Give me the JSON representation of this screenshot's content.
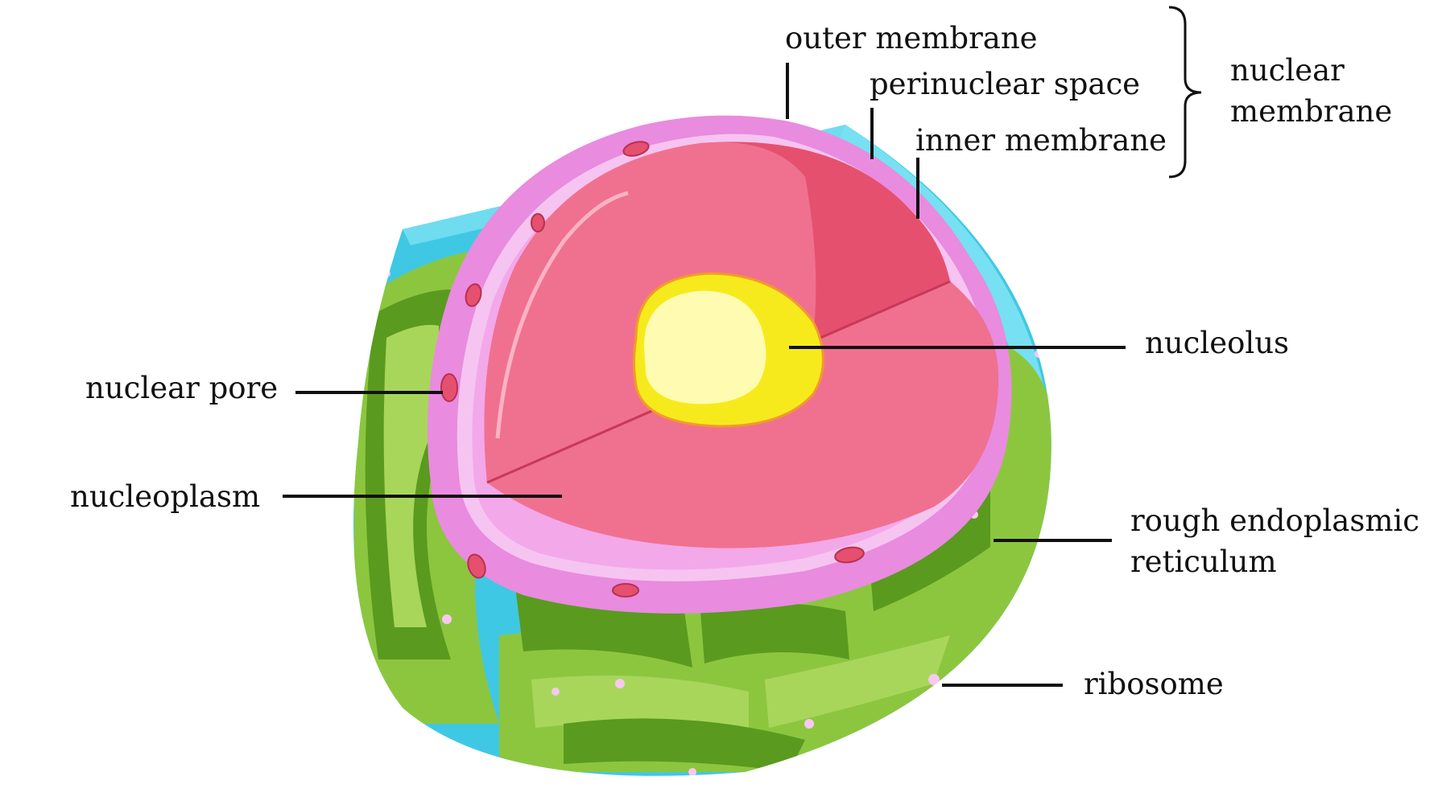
{
  "labels": {
    "outer_membrane": "outer membrane",
    "perinuclear_space": "perinuclear space",
    "inner_membrane": "inner membrane",
    "nuclear_membrane_line1": "nuclear",
    "nuclear_membrane_line2": "membrane",
    "nucleolus": "nucleolus",
    "nuclear_pore": "nuclear pore",
    "nucleoplasm": "nucleoplasm",
    "rough_er_line1": "rough endoplasmic",
    "rough_er_line2": "reticulum",
    "ribosome": "ribosome"
  },
  "colors": {
    "cytoplasm": "#3fc8e4",
    "er_green": "#8cc63f",
    "er_dark": "#5a9a1f",
    "membrane_pink": "#e98bdf",
    "membrane_light": "#f6c4f0",
    "nucleoplasm": "#f0718f",
    "nucleoplasm_dark": "#e6506f",
    "nucleolus": "#f7ea1c",
    "nucleolus_core": "#fffbb0",
    "ribosome": "#f8c8f0",
    "leader_line": "#111111"
  }
}
